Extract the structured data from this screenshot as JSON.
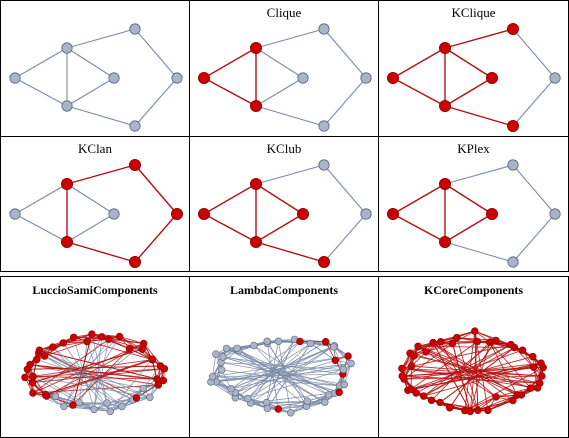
{
  "colors": {
    "node_default": "#a9b4c9",
    "node_stroke": "#5a6577",
    "edge_default": "#7b8ca8",
    "highlight": "#cc0000",
    "highlight_edge": "#b51010",
    "background": "#ffffff",
    "border": "#000000"
  },
  "small_graph": {
    "nodes": [
      "v1",
      "v2",
      "v3",
      "v4",
      "v5",
      "v6",
      "v7"
    ],
    "edges": [
      [
        "v1",
        "v2"
      ],
      [
        "v1",
        "v3"
      ],
      [
        "v2",
        "v3"
      ],
      [
        "v2",
        "v4"
      ],
      [
        "v3",
        "v4"
      ],
      [
        "v2",
        "v5"
      ],
      [
        "v3",
        "v7"
      ],
      [
        "v5",
        "v6"
      ],
      [
        "v6",
        "v7"
      ]
    ]
  },
  "panels": [
    {
      "id": "graph",
      "title": "",
      "highlight_nodes": [],
      "highlight_edges": []
    },
    {
      "id": "clique",
      "title": "Clique",
      "highlight_nodes": [
        "v1",
        "v2",
        "v3"
      ],
      "highlight_edges": [
        [
          "v1",
          "v2"
        ],
        [
          "v1",
          "v3"
        ],
        [
          "v2",
          "v3"
        ]
      ]
    },
    {
      "id": "kclique",
      "title": "KClique",
      "highlight_nodes": [
        "v1",
        "v2",
        "v3",
        "v4",
        "v5",
        "v7"
      ],
      "highlight_edges": [
        [
          "v1",
          "v2"
        ],
        [
          "v1",
          "v3"
        ],
        [
          "v2",
          "v3"
        ],
        [
          "v2",
          "v4"
        ],
        [
          "v3",
          "v4"
        ],
        [
          "v2",
          "v5"
        ],
        [
          "v3",
          "v7"
        ]
      ]
    },
    {
      "id": "kclan",
      "title": "KClan",
      "highlight_nodes": [
        "v2",
        "v3",
        "v5",
        "v6",
        "v7"
      ],
      "highlight_edges": [
        [
          "v2",
          "v3"
        ],
        [
          "v2",
          "v5"
        ],
        [
          "v5",
          "v6"
        ],
        [
          "v6",
          "v7"
        ],
        [
          "v3",
          "v7"
        ]
      ]
    },
    {
      "id": "kclub",
      "title": "KClub",
      "highlight_nodes": [
        "v1",
        "v2",
        "v3",
        "v4",
        "v7"
      ],
      "highlight_edges": [
        [
          "v1",
          "v2"
        ],
        [
          "v1",
          "v3"
        ],
        [
          "v2",
          "v3"
        ],
        [
          "v2",
          "v4"
        ],
        [
          "v3",
          "v4"
        ],
        [
          "v3",
          "v7"
        ]
      ]
    },
    {
      "id": "kplex",
      "title": "KPlex",
      "highlight_nodes": [
        "v1",
        "v2",
        "v3",
        "v4"
      ],
      "highlight_edges": [
        [
          "v1",
          "v2"
        ],
        [
          "v1",
          "v3"
        ],
        [
          "v2",
          "v3"
        ],
        [
          "v2",
          "v4"
        ],
        [
          "v3",
          "v4"
        ]
      ]
    }
  ],
  "big_panels": [
    {
      "id": "luccio",
      "title": "LuccioSamiComponents",
      "highlight": "most"
    },
    {
      "id": "lambda",
      "title": "LambdaComponents",
      "highlight": "few"
    },
    {
      "id": "kcore",
      "title": "KCoreComponents",
      "highlight": "all"
    }
  ]
}
